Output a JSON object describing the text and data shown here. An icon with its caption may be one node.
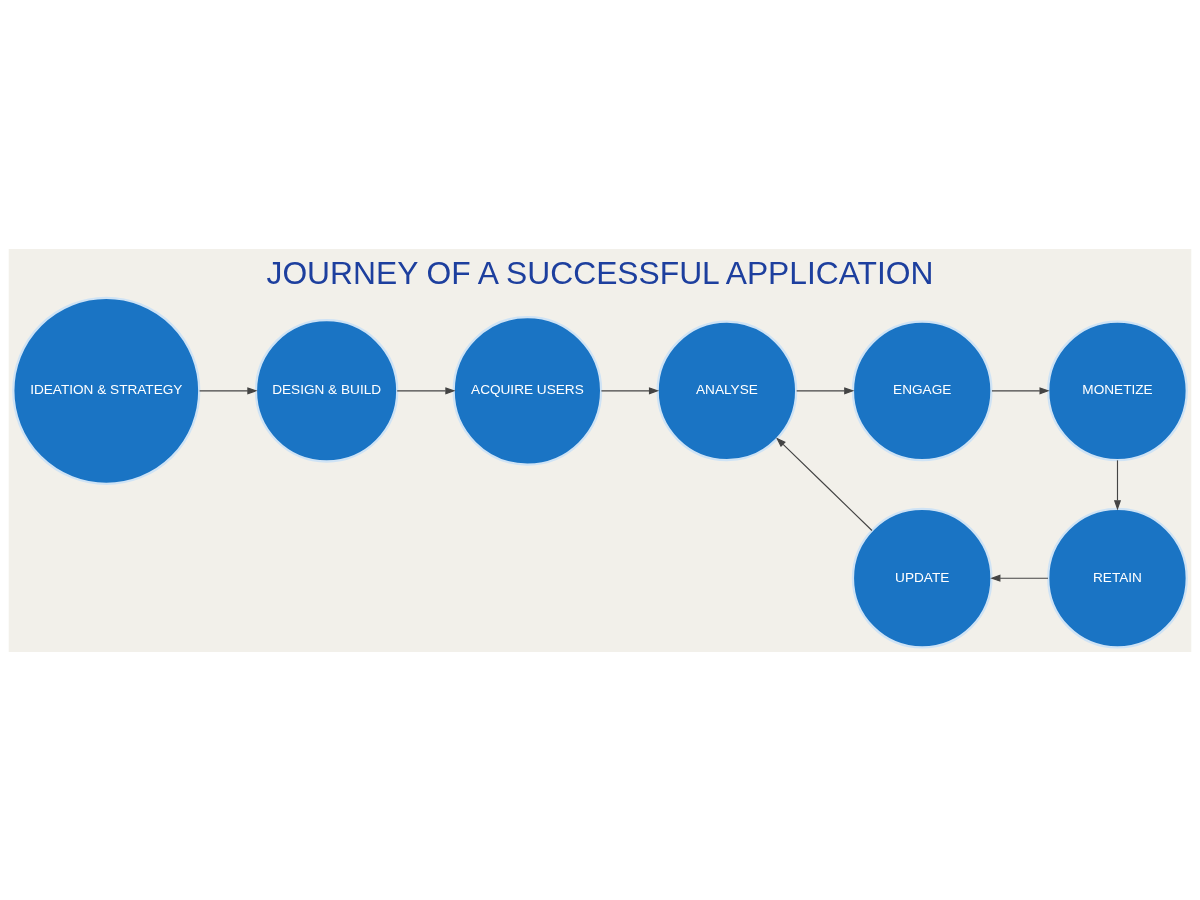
{
  "diagram": {
    "title": "JOURNEY OF A SUCCESSFUL APPLICATION",
    "nodes": [
      {
        "text": [
          "IDEATION & STRATEGY"
        ]
      },
      {
        "text": [
          "DESIGN & BUILD"
        ]
      },
      {
        "text": [
          "ACQUIRE USERS"
        ]
      },
      {
        "text": [
          "ANALYSE"
        ]
      },
      {
        "text": [
          "ENGAGE"
        ]
      },
      {
        "text": [
          "MONETIZE"
        ]
      },
      {
        "text": [
          "RETAIN"
        ]
      },
      {
        "text": [
          "UPDATE"
        ]
      }
    ],
    "edges": [
      {
        "from": 0,
        "to": 1,
        "arrow": "to"
      },
      {
        "from": 1,
        "to": 2,
        "arrow": "to"
      },
      {
        "from": 2,
        "to": 3,
        "arrow": "to"
      },
      {
        "from": 3,
        "to": 4,
        "arrow": "to"
      },
      {
        "from": 4,
        "to": 5,
        "arrow": "to"
      },
      {
        "from": 5,
        "to": 6,
        "arrow": "to"
      },
      {
        "from": 6,
        "to": 7,
        "arrow": "to"
      },
      {
        "from": 7,
        "to": 3,
        "arrow": "to"
      }
    ]
  }
}
